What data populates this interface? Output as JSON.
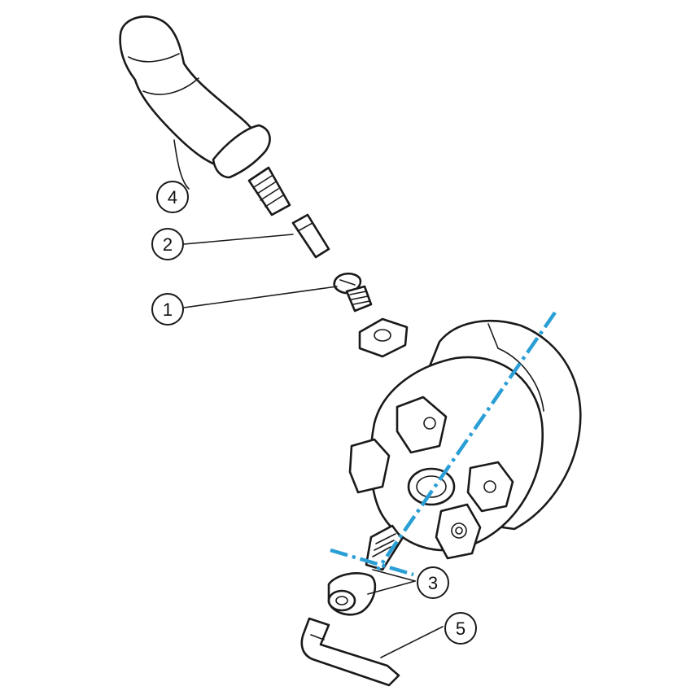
{
  "callouts": [
    {
      "id": "4",
      "label": "4"
    },
    {
      "id": "2",
      "label": "2"
    },
    {
      "id": "1",
      "label": "1"
    },
    {
      "id": "3",
      "label": "3"
    },
    {
      "id": "5",
      "label": "5"
    }
  ],
  "colors": {
    "line": "#1a1a1a",
    "body_fill": "#ffffff",
    "axis": "#2a9fd6"
  }
}
